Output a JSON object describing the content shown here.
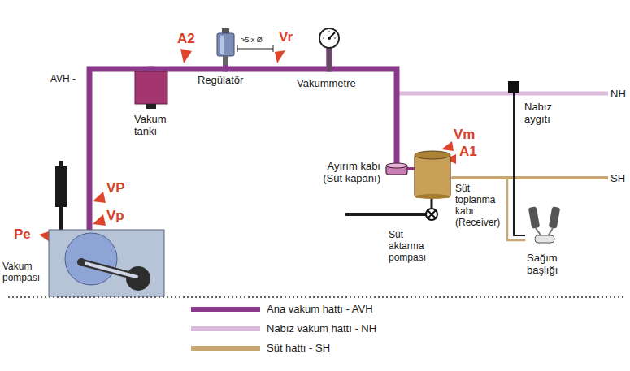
{
  "diagram": {
    "nodes": [
      {
        "text": [
          "Regülatör"
        ]
      },
      {
        "text": [
          "Vakummetre"
        ]
      },
      {
        "text": [
          "Vakum tankı"
        ]
      },
      {
        "text": [
          "Nabız aygıtı"
        ]
      },
      {
        "text": [
          "Ayırım kabı (Süt kapanı)"
        ]
      },
      {
        "text": [
          "Süt toplanma kabı (Receiver)"
        ]
      },
      {
        "text": [
          "Süt aktarma pompası"
        ]
      },
      {
        "text": [
          "Sağım başlığı"
        ]
      },
      {
        "text": [
          "Vakum pompası"
        ]
      }
    ],
    "edges": [
      {
        "from": 8,
        "to": 2,
        "arrow": "none"
      },
      {
        "from": 2,
        "to": 0,
        "arrow": "none"
      },
      {
        "from": 0,
        "to": 1,
        "arrow": "none"
      },
      {
        "from": 1,
        "to": 4,
        "arrow": "none"
      },
      {
        "from": 4,
        "to": 5,
        "arrow": "none"
      },
      {
        "from": 5,
        "to": 6,
        "arrow": "none"
      },
      {
        "from": 3,
        "to": 7,
        "arrow": "none"
      },
      {
        "from": 5,
        "to": 7,
        "arrow": "none"
      }
    ],
    "labels": [
      "A2",
      "Vr",
      ">5 x Ø",
      "AVH -",
      "NH",
      "Vm",
      "A1",
      "SH",
      "VP",
      "Vp",
      "Pe"
    ],
    "legend": [
      {
        "text": "Ana vakum hattı - AVH",
        "color": "#8b3a8b"
      },
      {
        "text": "Nabız vakum hattı - NH",
        "color": "#d9bada"
      },
      {
        "text": "Süt hattı - SH",
        "color": "#c7a772"
      }
    ]
  }
}
